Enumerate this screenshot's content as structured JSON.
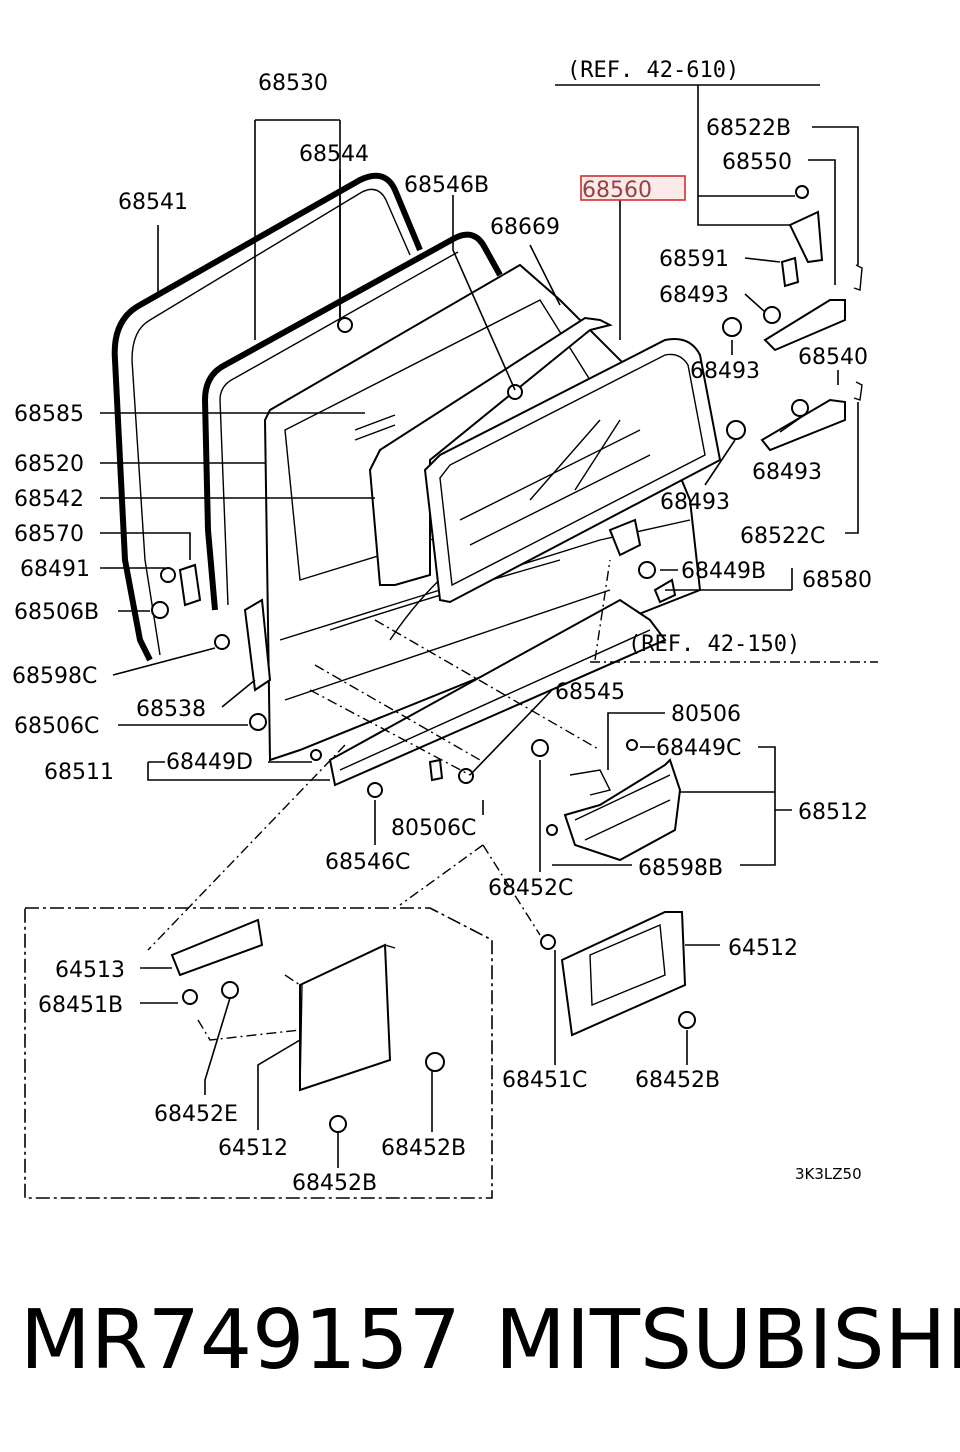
{
  "labels": {
    "ref_top": "(REF. 42-610)",
    "ref_mid": "(REF. 42-150)",
    "p68530": "68530",
    "p68544": "68544",
    "p68541": "68541",
    "p68546B": "68546B",
    "p68560": "68560",
    "p68669": "68669",
    "p68522B": "68522B",
    "p68550": "68550",
    "p68591": "68591",
    "p68493a": "68493",
    "p68493b": "68493",
    "p68540": "68540",
    "p68493c": "68493",
    "p68493d": "68493",
    "p68522C": "68522C",
    "p68585": "68585",
    "p68520": "68520",
    "p68542": "68542",
    "p68570": "68570",
    "p68491": "68491",
    "p68506B": "68506B",
    "p68449B": "68449B",
    "p68580": "68580",
    "p68598C": "68598C",
    "p68538": "68538",
    "p68545": "68545",
    "p80506": "80506",
    "p68506C": "68506C",
    "p68449C": "68449C",
    "p68511": "68511",
    "p68449D": "68449D",
    "p68512": "68512",
    "p80506C": "80506C",
    "p68598B": "68598B",
    "p68546C": "68546C",
    "p68452C": "68452C",
    "p64513": "64513",
    "p64512a": "64512",
    "p68451B": "68451B",
    "p68452E": "68452E",
    "p64512b": "64512",
    "p68452Ba": "68452B",
    "p68451C": "68451C",
    "p68452Bb": "68452B",
    "p68452Bc": "68452B",
    "diagram_code": "3K3LZ50"
  },
  "caption": {
    "part_number": "MR749157",
    "brand": "MITSUBISHI"
  },
  "colors": {
    "highlight_border": "#d03030",
    "highlight_fill": "#fbeaea"
  }
}
